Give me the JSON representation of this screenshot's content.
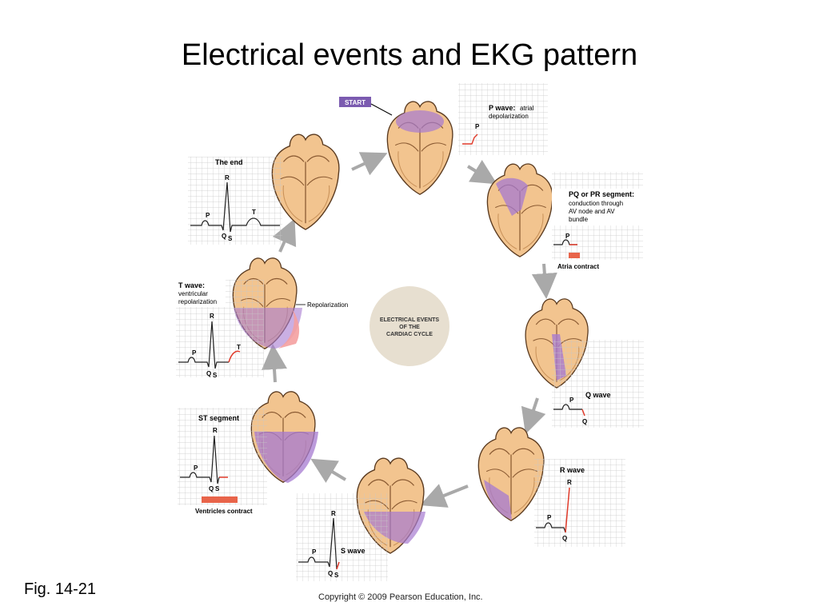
{
  "slide": {
    "title": "Electrical events and EKG pattern",
    "figure_label": "Fig. 14-21",
    "copyright": "Copyright © 2009 Pearson Education, Inc."
  },
  "diagram": {
    "center_label": [
      "ELECTRICAL EVENTS",
      "OF THE",
      "CARDIAC CYCLE"
    ],
    "start_badge": "START",
    "repolarization_label": "Repolarization",
    "panels": {
      "p_wave": {
        "title": "P wave:",
        "text": [
          "atrial",
          "depolarization"
        ],
        "p": "P"
      },
      "pq_segment": {
        "title": "PQ or PR segment:",
        "text": [
          "conduction through",
          "AV node and AV",
          "bundle"
        ],
        "p": "P",
        "caption": "Atria contract"
      },
      "q_wave": {
        "title": "Q wave",
        "p": "P",
        "q": "Q"
      },
      "r_wave": {
        "title": "R wave",
        "p": "P",
        "q": "Q",
        "r": "R"
      },
      "s_wave": {
        "title": "S wave",
        "p": "P",
        "q": "Q",
        "r": "R",
        "s": "S"
      },
      "st_segment": {
        "title": "ST segment",
        "p": "P",
        "q": "Q",
        "r": "R",
        "s": "S",
        "caption": "Ventricles contract"
      },
      "t_wave": {
        "title": "T wave:",
        "text": [
          "ventricular",
          "repolarization"
        ],
        "p": "P",
        "q": "Q",
        "r": "R",
        "s": "S",
        "t": "T"
      },
      "the_end": {
        "title": "The end",
        "p": "P",
        "q": "Q",
        "r": "R",
        "s": "S",
        "t": "T"
      }
    }
  },
  "colors": {
    "heart_tissue": "#f2c48f",
    "heart_outline": "#5a3a1f",
    "depolarized": "#a67ad0",
    "repolarized": "#f4a0a0",
    "ekg_trace": "#222222",
    "ekg_highlight": "#e03a2a",
    "contract_bar": "#e8644a",
    "start_badge": "#7b5bb0",
    "grid": "#c8c8c8",
    "center_circle": "#e7dfd0",
    "arrow": "#a9a9a9"
  }
}
